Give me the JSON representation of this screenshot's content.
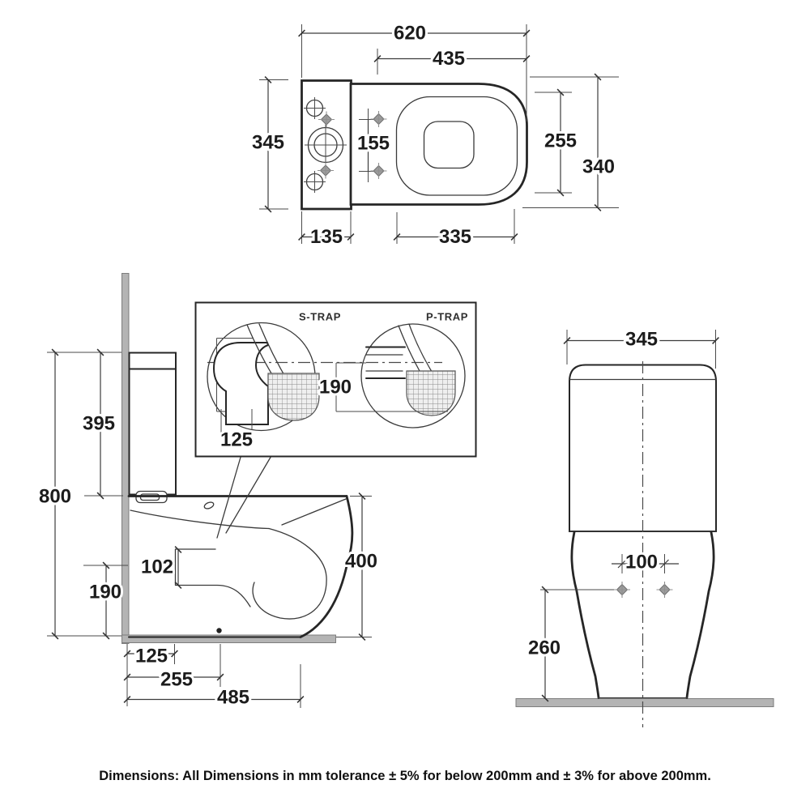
{
  "caption": "Dimensions: All Dimensions in mm tolerance ± 5% for below 200mm and ± 3% for above 200mm.",
  "colors": {
    "line": "#262626",
    "dimension": "#3c3c3c",
    "masonry_gray": "#b4b4b4",
    "background": "#ffffff"
  },
  "top_view": {
    "overall_length": "620",
    "seat_length": "435",
    "overall_depth": "345",
    "seat_fixing_centres": "155",
    "inner_rim_width": "255",
    "pan_width": "340",
    "cistern_depth": "135",
    "seat_width": "335"
  },
  "side_view": {
    "cistern_height": "395",
    "overall_height": "800",
    "trap_centre_height": "190",
    "outlet_offset": "102",
    "pan_height": "400",
    "outlet_setout": "125",
    "trap_setout": "255",
    "overall_projection": "485"
  },
  "front_view": {
    "cistern_width": "345",
    "fixing_hole_centres": "100",
    "fixing_hole_height": "260"
  },
  "trap_detail": {
    "s_trap_label": "S-TRAP",
    "p_trap_label": "P-TRAP",
    "trap_height": "190",
    "outlet_distance": "125"
  }
}
